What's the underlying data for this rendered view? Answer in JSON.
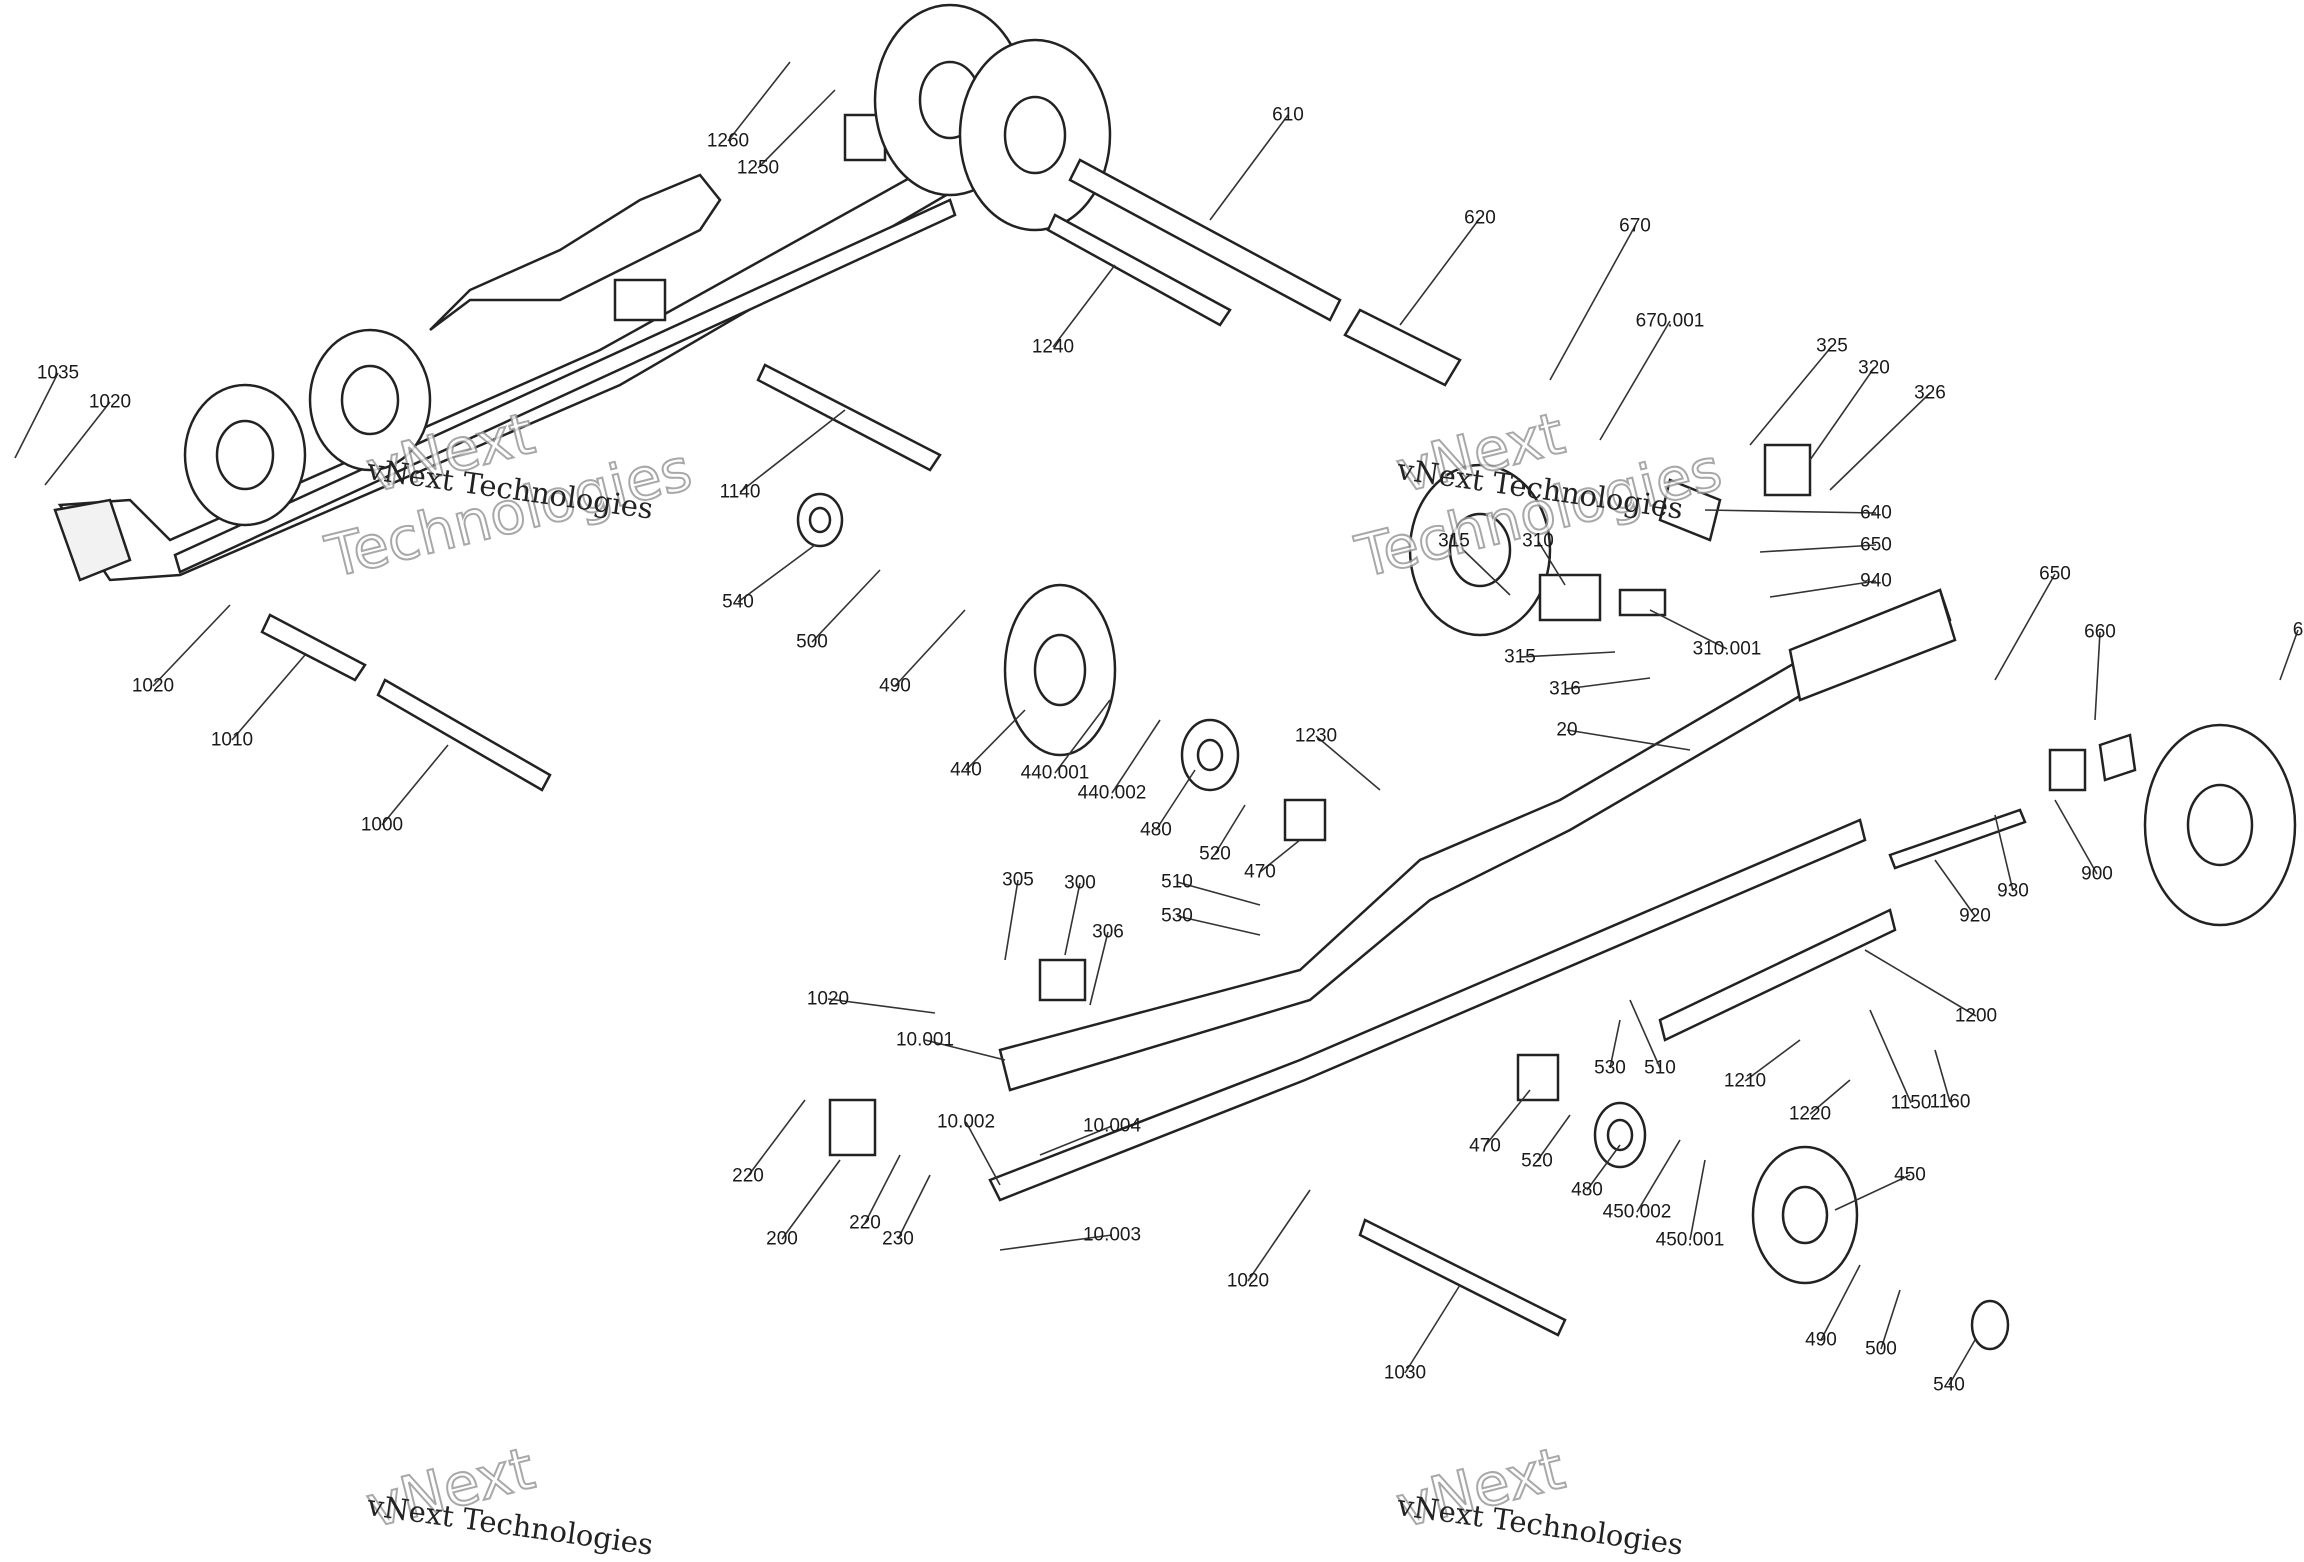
{
  "watermark": {
    "text_serif": "vNext Technologies",
    "text_outline_1": "vNext",
    "text_outline_2": "Technologies"
  },
  "callouts": [
    {
      "id": "1260",
      "t": "1260"
    },
    {
      "id": "1250",
      "t": "1250"
    },
    {
      "id": "610",
      "t": "610"
    },
    {
      "id": "620",
      "t": "620"
    },
    {
      "id": "670",
      "t": "670"
    },
    {
      "id": "670.001",
      "t": "670.001"
    },
    {
      "id": "1240",
      "t": "1240"
    },
    {
      "id": "325",
      "t": "325"
    },
    {
      "id": "320",
      "t": "320"
    },
    {
      "id": "326",
      "t": "326"
    },
    {
      "id": "1035",
      "t": "1035"
    },
    {
      "id": "1020a",
      "t": "1020"
    },
    {
      "id": "1140",
      "t": "1140"
    },
    {
      "id": "640",
      "t": "640"
    },
    {
      "id": "315a",
      "t": "315"
    },
    {
      "id": "310",
      "t": "310"
    },
    {
      "id": "650a",
      "t": "650"
    },
    {
      "id": "940",
      "t": "940"
    },
    {
      "id": "650b",
      "t": "650"
    },
    {
      "id": "540a",
      "t": "540"
    },
    {
      "id": "500a",
      "t": "500"
    },
    {
      "id": "660",
      "t": "660"
    },
    {
      "id": "310.001",
      "t": "310.001"
    },
    {
      "id": "315b",
      "t": "315"
    },
    {
      "id": "316",
      "t": "316"
    },
    {
      "id": "1020b",
      "t": "1020"
    },
    {
      "id": "490a",
      "t": "490"
    },
    {
      "id": "1010",
      "t": "1010"
    },
    {
      "id": "20",
      "t": "20"
    },
    {
      "id": "440",
      "t": "440"
    },
    {
      "id": "440.001",
      "t": "440.001"
    },
    {
      "id": "1230",
      "t": "1230"
    },
    {
      "id": "440.002",
      "t": "440.002"
    },
    {
      "id": "1000",
      "t": "1000"
    },
    {
      "id": "480a",
      "t": "480"
    },
    {
      "id": "520a",
      "t": "520"
    },
    {
      "id": "470a",
      "t": "470"
    },
    {
      "id": "900",
      "t": "900"
    },
    {
      "id": "930",
      "t": "930"
    },
    {
      "id": "305",
      "t": "305"
    },
    {
      "id": "300",
      "t": "300"
    },
    {
      "id": "510a",
      "t": "510"
    },
    {
      "id": "920",
      "t": "920"
    },
    {
      "id": "530a",
      "t": "530"
    },
    {
      "id": "306",
      "t": "306"
    },
    {
      "id": "1200",
      "t": "1200"
    },
    {
      "id": "1020c",
      "t": "1020"
    },
    {
      "id": "10.001",
      "t": "10.001"
    },
    {
      "id": "530b",
      "t": "530"
    },
    {
      "id": "510b",
      "t": "510"
    },
    {
      "id": "1210",
      "t": "1210"
    },
    {
      "id": "1150",
      "t": "1150"
    },
    {
      "id": "1160",
      "t": "1160"
    },
    {
      "id": "1220",
      "t": "1220"
    },
    {
      "id": "10.002",
      "t": "10.002"
    },
    {
      "id": "10.004",
      "t": "10.004"
    },
    {
      "id": "470b",
      "t": "470"
    },
    {
      "id": "450",
      "t": "450"
    },
    {
      "id": "220a",
      "t": "220"
    },
    {
      "id": "520b",
      "t": "520"
    },
    {
      "id": "480b",
      "t": "480"
    },
    {
      "id": "450.002",
      "t": "450.002"
    },
    {
      "id": "220b",
      "t": "220"
    },
    {
      "id": "10.003",
      "t": "10.003"
    },
    {
      "id": "200",
      "t": "200"
    },
    {
      "id": "230",
      "t": "230"
    },
    {
      "id": "450.001",
      "t": "450.001"
    },
    {
      "id": "1020d",
      "t": "1020"
    },
    {
      "id": "490b",
      "t": "490"
    },
    {
      "id": "500b",
      "t": "500"
    },
    {
      "id": "540b",
      "t": "540"
    },
    {
      "id": "1030",
      "t": "1030"
    },
    {
      "id": "6x",
      "t": "6"
    }
  ]
}
